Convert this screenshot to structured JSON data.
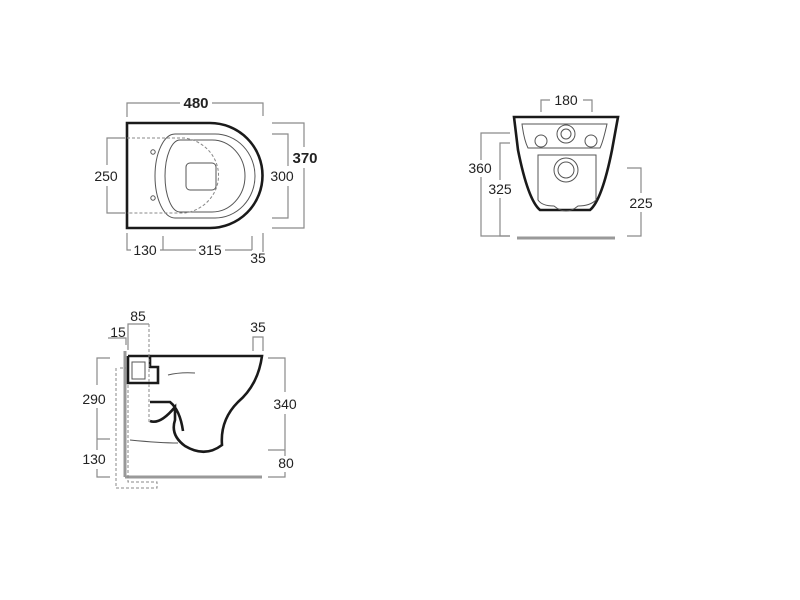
{
  "top_view": {
    "width_total": "480",
    "depth_total": "370",
    "fixing_spacing": "250",
    "bowl_depth": "300",
    "offset_back": "130",
    "bowl_length": "315",
    "rim": "35"
  },
  "front_view": {
    "inlet_spacing": "180",
    "height_total": "360",
    "height_fixing": "325",
    "outlet_height": "225"
  },
  "side_view": {
    "depth_85": "85",
    "wall_15": "15",
    "rim_35": "35",
    "height_290": "290",
    "height_130": "130",
    "height_340": "340",
    "floor_80": "80"
  }
}
